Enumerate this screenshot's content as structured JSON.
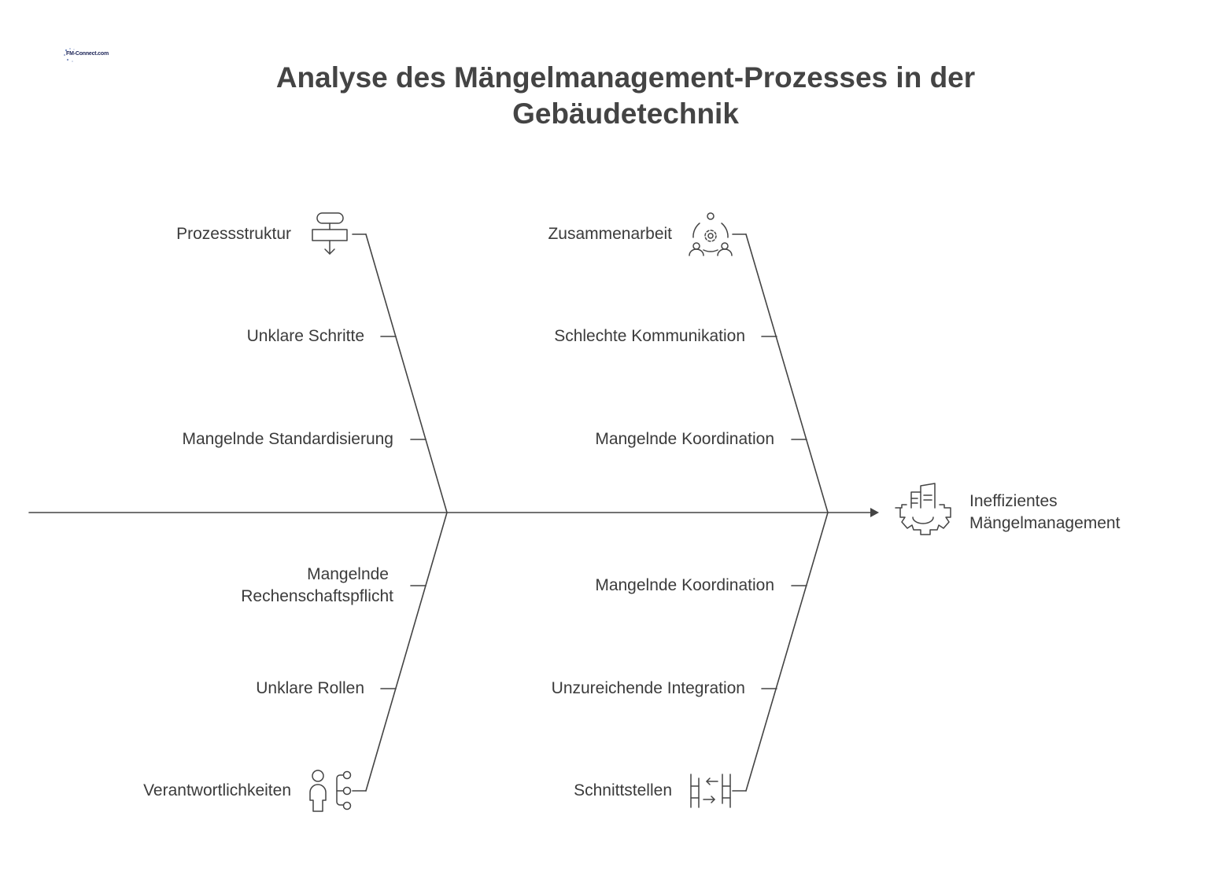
{
  "logo": {
    "text": "FM-Connect.com"
  },
  "title": {
    "line1": "Analyse des Mängelmanagement-Prozesses in der",
    "line2": "Gebäudetechnik"
  },
  "effect": {
    "line1": "Ineffizientes",
    "line2": "Mängelmanagement",
    "icon": "building-gear-icon"
  },
  "categories": {
    "top_left": {
      "label": "Prozessstruktur",
      "icon": "flowchart-icon",
      "causes": [
        "Unklare Schritte",
        "Mangelnde Standardisierung"
      ]
    },
    "top_right": {
      "label": "Zusammenarbeit",
      "icon": "team-gear-icon",
      "causes": [
        "Schlechte Kommunikation",
        "Mangelnde Koordination"
      ]
    },
    "bottom_left": {
      "label": "Verantwortlichkeiten",
      "icon": "person-hierarchy-icon",
      "causes": [
        [
          "Mangelnde",
          "Rechenschaftspflicht"
        ],
        "Unklare Rollen"
      ]
    },
    "bottom_right": {
      "label": "Schnittstellen",
      "icon": "interface-exchange-icon",
      "causes": [
        "Mangelnde Koordination",
        "Unzureichende Integration"
      ]
    }
  },
  "colors": {
    "line": "#444444",
    "text": "#3b3b3b",
    "title": "#444444"
  }
}
